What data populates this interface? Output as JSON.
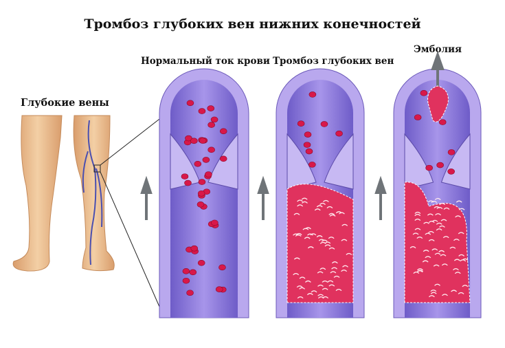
{
  "title": "Тромбоз глубоких вен нижних конечностей",
  "labels": {
    "normal": "Нормальный ток крови",
    "thrombosis": "Тромбоз глубоких вен",
    "embolism": "Эмболия",
    "deep_veins": "Глубокие вены"
  },
  "colors": {
    "vein_inner": "#8a76d6",
    "vein_wall": "#b9a8ee",
    "blood_cell": "#d8184a",
    "clot": "#e0325e",
    "arrow": "#6f7478",
    "skin": "#e8b98c"
  }
}
